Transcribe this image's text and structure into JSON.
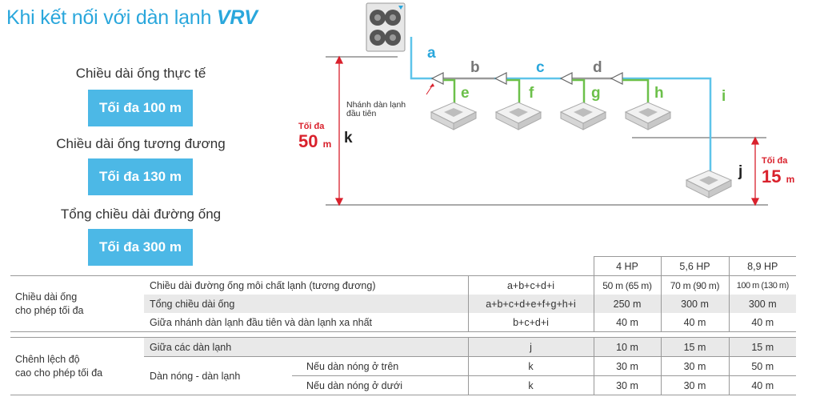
{
  "title": {
    "prefix": "Khi kết nối với dàn lạnh ",
    "emph": "VRV"
  },
  "specs": [
    {
      "label": "Chiều dài ống thực tế",
      "value": "Tối đa 100 m"
    },
    {
      "label": "Chiều dài ống tương đương",
      "value": "Tối đa 130 m"
    },
    {
      "label": "Tổng chiều dài đường ống",
      "value": "Tối đa 300 m"
    }
  ],
  "diagram": {
    "segments": {
      "a": "a",
      "b": "b",
      "c": "c",
      "d": "d",
      "e": "e",
      "f": "f",
      "g": "g",
      "h": "h",
      "i": "i",
      "j": "j",
      "k": "k"
    },
    "first_branch_note": [
      "Nhánh dàn lạnh",
      "đầu tiên"
    ],
    "left_limit": {
      "label": "Tối đa",
      "value": "50",
      "unit": "m"
    },
    "right_limit": {
      "label": "Tối đa",
      "value": "15",
      "unit": "m"
    },
    "colors": {
      "pipe_main": "#5ec4ea",
      "pipe_gray": "#9a9a9a",
      "pipe_branch": "#6cc04a",
      "limit": "#d9212c",
      "accent": "#2aa7dc"
    }
  },
  "table": {
    "hp_headers": [
      "4 HP",
      "5,6 HP",
      "8,9 HP"
    ],
    "group1": {
      "label": [
        "Chiều dài ống",
        "cho phép tối đa"
      ],
      "rows": [
        {
          "desc": "Chiều dài đường ống môi chất lạnh (tương đương)",
          "formula": "a+b+c+d+i",
          "v": [
            "50 m (65 m)",
            "70 m (90 m)",
            "100 m (130 m)"
          ]
        },
        {
          "desc": "Tổng chiều dài ống",
          "formula": "a+b+c+d+e+f+g+h+i",
          "v": [
            "250 m",
            "300 m",
            "300 m"
          ]
        },
        {
          "desc": "Giữa nhánh dàn lạnh đầu tiên và dàn lạnh xa nhất",
          "formula": "b+c+d+i",
          "v": [
            "40 m",
            "40 m",
            "40 m"
          ]
        }
      ]
    },
    "group2": {
      "label": [
        "Chênh lệch độ",
        "cao cho phép tối đa"
      ],
      "row1": {
        "desc": "Giữa các dàn lạnh",
        "formula": "j",
        "v": [
          "10 m",
          "15 m",
          "15 m"
        ]
      },
      "sub_desc": "Dàn nóng - dàn lạnh",
      "row2": {
        "sub": "Nếu dàn nóng ở trên",
        "formula": "k",
        "v": [
          "30 m",
          "30 m",
          "50 m"
        ]
      },
      "row3": {
        "sub": "Nếu dàn nóng ở dưới",
        "formula": "k",
        "v": [
          "30 m",
          "30 m",
          "40 m"
        ]
      }
    }
  }
}
